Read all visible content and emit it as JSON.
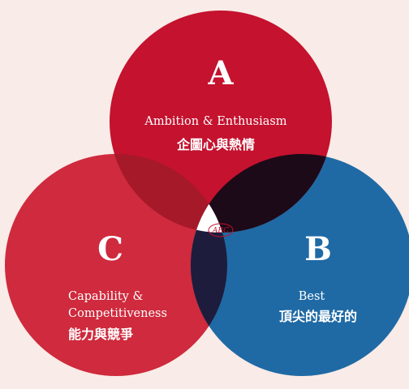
{
  "colors": {
    "background": "#f9ebe7",
    "circle_a": "#c4122f",
    "circle_b": "#1f6aa5",
    "circle_c": "#cf2a3d",
    "overlap_ac": "#a61929",
    "overlap_ab": "#1c0a18",
    "overlap_bc": "#1e1c3c",
    "center": "#ffffff",
    "text": "#ffffff"
  },
  "circles": {
    "a": {
      "letter": "A",
      "english": "Ambition & Enthusiasm",
      "chinese": "企圖心與熱情"
    },
    "b": {
      "letter": "B",
      "english": "Best",
      "chinese": "頂尖的最好的"
    },
    "c": {
      "letter": "C",
      "english_line1": "Capability &",
      "english_line2": "Competitiveness",
      "chinese": "能力與競爭"
    }
  },
  "center_logo": {
    "text": "ABC",
    "icon": "abc-logo-icon"
  }
}
